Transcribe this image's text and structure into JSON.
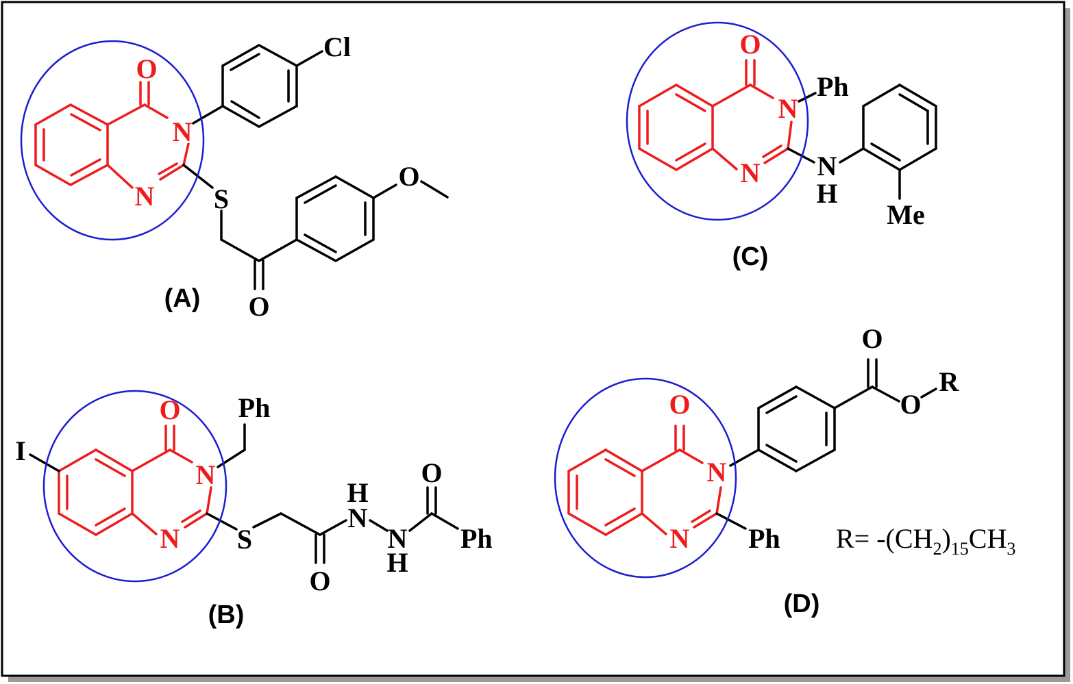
{
  "colors": {
    "core": "#ee1c1c",
    "substituent": "#000000",
    "highlight_circle": "#1c1cd2",
    "frame": "#000000",
    "shadow": "#9a9a9a"
  },
  "compounds": {
    "A": {
      "caption": "(A)",
      "atoms": {
        "O": "O",
        "N3": "N",
        "N1": "N",
        "Cl": "Cl",
        "S": "S",
        "O_methoxy": "O",
        "O_keto": "O"
      }
    },
    "B": {
      "caption": "(B)",
      "atoms": {
        "O": "O",
        "N3": "N",
        "N1": "N",
        "I": "I",
        "Ph_benzyl": "Ph",
        "S": "S",
        "O_amide": "O",
        "NH1_N": "N",
        "NH1_H": "H",
        "NH2_N": "N",
        "NH2_H": "H",
        "O_benzoyl": "O",
        "Ph_benzoyl": "Ph"
      }
    },
    "C": {
      "caption": "(C)",
      "atoms": {
        "O": "O",
        "N3": "N",
        "N1": "N",
        "Ph": "Ph",
        "NH_N": "N",
        "NH_H": "H",
        "Me": "Me"
      }
    },
    "D": {
      "caption": "(D)",
      "atoms": {
        "O": "O",
        "N3": "N",
        "N1": "N",
        "Ph": "Ph",
        "O_carbonyl": "O",
        "O_ester": "O",
        "R": "R"
      },
      "r_group": {
        "prefix": "R= -(CH",
        "sub1": "2",
        "mid": ")",
        "sub2": "15",
        "suffix": "CH",
        "sub3": "3"
      }
    }
  }
}
